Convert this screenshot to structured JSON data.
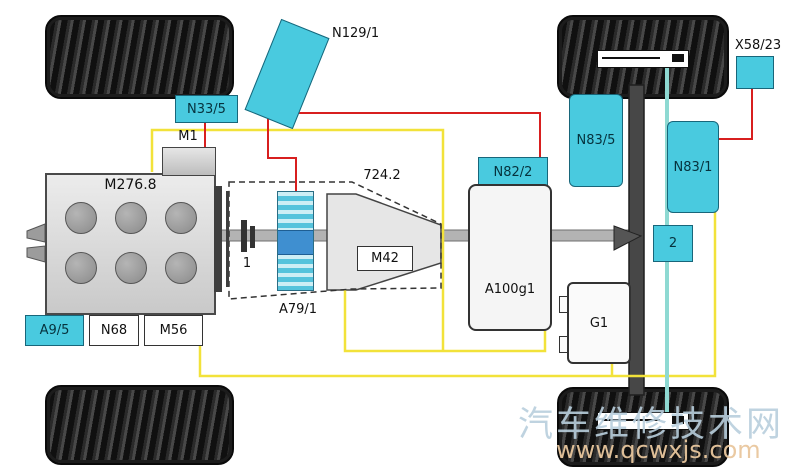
{
  "diagram": {
    "labels": {
      "n129_1": "N129/1",
      "n33_5": "N33/5",
      "m1": "M1",
      "engine": "M276.8",
      "transmission": "724.2",
      "m42": "M42",
      "a79_1": "A79/1",
      "clutch": "1",
      "n82_2": "N82/2",
      "a100g1": "A100g1",
      "g1": "G1",
      "n83_5": "N83/5",
      "n83_1": "N83/1",
      "x58_23": "X58/23",
      "axle_node": "2",
      "a9_5": "A9/5",
      "n68": "N68",
      "m56": "M56"
    },
    "colors": {
      "component_cyan": "#49cadf",
      "wire_red": "#d81f1f",
      "wire_yellow": "#f2e23a",
      "wire_teal": "#8ed9d2"
    },
    "watermark": {
      "site_name": "汽车维修技术网",
      "site_url": "www.qcwxjs.com"
    }
  }
}
